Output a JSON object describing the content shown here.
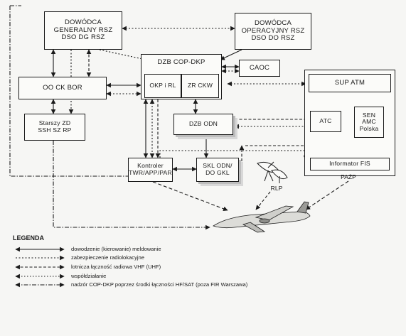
{
  "diagram": {
    "nodes": {
      "dg": [
        "DOWÓDCA",
        "GENERALNY RSZ",
        "DSO DG RSZ"
      ],
      "do": [
        "DOWÓDCA",
        "OPERACYJNY RSZ",
        "DSO DO RSZ"
      ],
      "dzb_cop": "DZB COP-DKP",
      "okp": "OKP i RL",
      "zrckw": "ZR CKW",
      "caoc": "CAOC",
      "oo": "OO CK BOR",
      "starszy": [
        "Starszy ZD",
        "SSH SZ RP"
      ],
      "dzb_odn": "DZB ODN",
      "sup": "SUP ATM",
      "atc": "ATC",
      "sen": [
        "SEN",
        "AMC",
        "Polska"
      ],
      "fis": "Informator FIS",
      "pazp": "PAŻP",
      "kontroler": [
        "Kontroler",
        "TWR/APP/PAR"
      ],
      "skl": [
        "SKL ODN/",
        "DO GKL"
      ],
      "rlp": "RLP"
    },
    "legend": {
      "title": "LEGENDA",
      "items": [
        {
          "style": "solid",
          "label": "dowodzenie (kierowanie) meldowanie"
        },
        {
          "style": "dashed",
          "label": "zabezpieczenie radiolokacyjne"
        },
        {
          "style": "dashed-long",
          "label": "lotnicza łączność radiowa VHF (UHF)"
        },
        {
          "style": "dotted",
          "label": "współdziałanie"
        },
        {
          "style": "dashdot",
          "label": "nadzór COP-DKP poprzez środki łączności HF/SAT (poza FIR Warszawa)"
        }
      ]
    },
    "colors": {
      "line": "#1a1a1a",
      "paper": "#f6f6f4"
    }
  }
}
